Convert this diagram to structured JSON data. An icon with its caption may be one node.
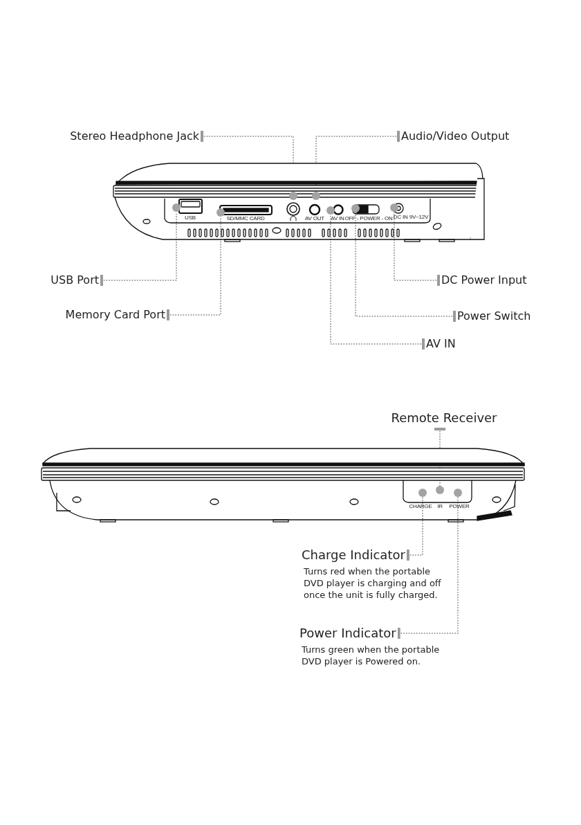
{
  "diagram": {
    "nodes": [
      {
        "text": [
          "Stereo Headphone Jack"
        ]
      },
      {
        "text": [
          "Audio/Video Output"
        ]
      },
      {
        "text": [
          "USB Port"
        ]
      },
      {
        "text": [
          "Memory Card Port"
        ]
      },
      {
        "text": [
          "DC Power Input"
        ]
      },
      {
        "text": [
          "Power Switch"
        ]
      },
      {
        "text": [
          "AV IN"
        ]
      },
      {
        "text": [
          "Remote Receiver"
        ]
      },
      {
        "text": [
          "Charge Indicator",
          "Turns red when the portable DVD player is charging and off once the unit is fully charged."
        ]
      },
      {
        "text": [
          "Power Indicator",
          "Turns green when the portable DVD player is Powered on."
        ]
      },
      {
        "text": [],
        "shape": "circle"
      },
      {
        "text": [],
        "shape": "circle"
      },
      {
        "text": [],
        "shape": "circle"
      },
      {
        "text": [],
        "shape": "circle"
      },
      {
        "text": [],
        "shape": "circle"
      },
      {
        "text": [],
        "shape": "circle"
      },
      {
        "text": [],
        "shape": "circle"
      },
      {
        "text": [],
        "shape": "circle"
      },
      {
        "text": [],
        "shape": "circle"
      },
      {
        "text": [],
        "shape": "circle"
      }
    ],
    "edges": [
      {
        "from": 0,
        "to": 12,
        "arrow": "other"
      },
      {
        "from": 1,
        "to": 13,
        "arrow": "other"
      },
      {
        "from": 2,
        "to": 10,
        "arrow": "other"
      },
      {
        "from": 3,
        "to": 11,
        "arrow": "other"
      },
      {
        "from": 4,
        "to": 16,
        "arrow": "other"
      },
      {
        "from": 5,
        "to": 15,
        "arrow": "other"
      },
      {
        "from": 6,
        "to": 14,
        "arrow": "other"
      },
      {
        "from": 7,
        "to": 18,
        "arrow": "other"
      },
      {
        "from": 8,
        "to": 17,
        "arrow": "other"
      },
      {
        "from": 9,
        "to": 19,
        "arrow": "other"
      }
    ],
    "labels": [
      "USB",
      "SD/MMC CARD",
      "AV OUT",
      "AV IN",
      "OFF - POWER - ON",
      "DC IN 9V~12V",
      "CHARGE",
      "IR",
      "POWER"
    ]
  }
}
